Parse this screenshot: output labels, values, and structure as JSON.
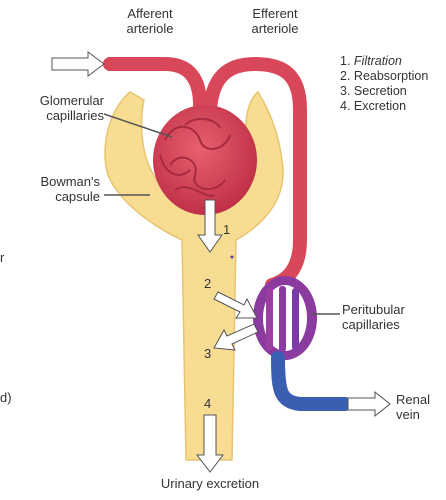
{
  "labels": {
    "afferent_line1": "Afferent",
    "afferent_line2": "arteriole",
    "efferent_line1": "Efferent",
    "efferent_line2": "arteriole",
    "glomerular_line1": "Glomerular",
    "glomerular_line2": "capillaries",
    "bowmans_line1": "Bowman's",
    "bowmans_line2": "capsule",
    "peritubular_line1": "Peritubular",
    "peritubular_line2": "capillaries",
    "renal_line1": "Renal",
    "renal_line2": "vein",
    "urinary": "Urinary excretion",
    "edge_r": "r",
    "edge_d": "d)"
  },
  "processes": [
    {
      "num": "1.",
      "name": "Filtration"
    },
    {
      "num": "2.",
      "name": "Reabsorption"
    },
    {
      "num": "3.",
      "name": "Secretion"
    },
    {
      "num": "4.",
      "name": "Excretion"
    }
  ],
  "step_numbers": [
    "1",
    "2",
    "3",
    "4"
  ],
  "colors": {
    "arteriole": "#d9475a",
    "capsule": "#f7dc92",
    "capsule_edge": "#e8c470",
    "vein": "#3b5fb0",
    "peritubular": "#8b3aa0"
  }
}
